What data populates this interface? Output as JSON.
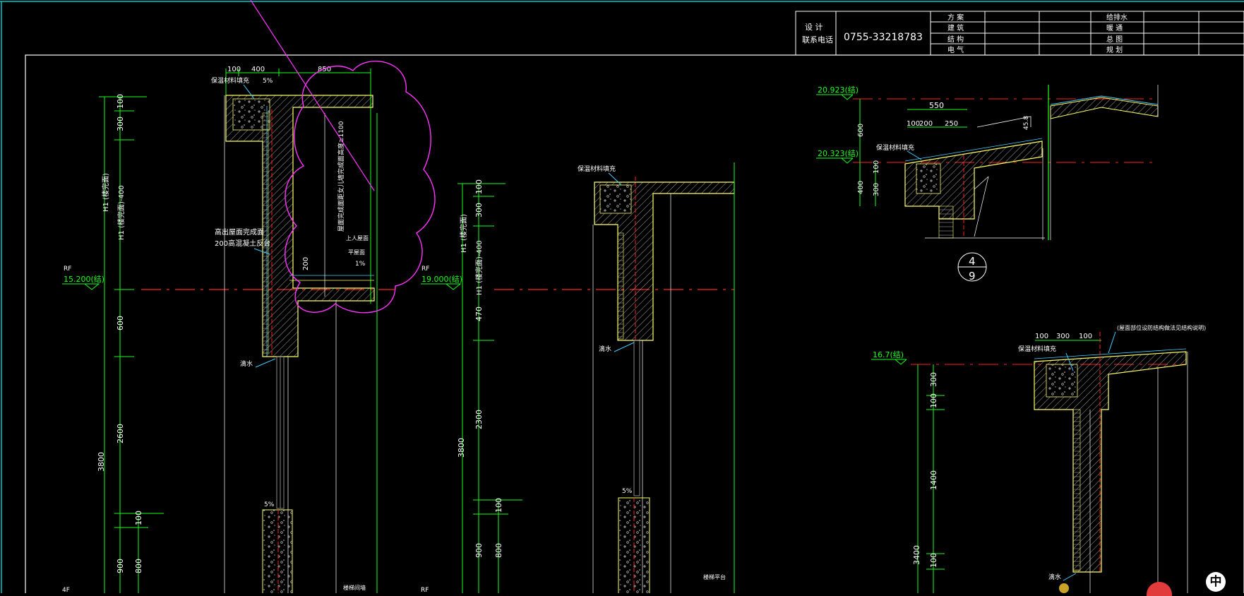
{
  "title_block": {
    "design_label_1": "设  计",
    "design_label_2": "联系电话",
    "phone": "0755-33218783",
    "col_a": [
      "方 案",
      "建 筑",
      "结 构",
      "电 气"
    ],
    "col_b": [
      "给排水",
      "暖 通",
      "总 图",
      "规 划"
    ]
  },
  "left_section": {
    "elev_label": "RF",
    "elev_value": "15.200(结)",
    "top_dims": [
      "100",
      "400",
      "850"
    ],
    "slope_top": "5%",
    "note_fill": "保温材料填充",
    "note_cloud_vertical": "屋面完成面距女儿墙完成面高度≥1100",
    "note_upper": "上人屋面",
    "note_slope_label": "平屋面",
    "slope_roof": "1%",
    "note_detail_1": "高出屋面完成面",
    "note_detail_2": "200高混凝土反台",
    "dim_200": "200",
    "drip": "滴水",
    "slope_lower": "5%",
    "axis_h_label_1": "H1 (楼完面)",
    "axis_h_label_2": "H1 (楼完面)-400",
    "vdims_outer": [
      "3800"
    ],
    "vdims_inner": [
      "100",
      "300",
      "600",
      "2600",
      "100",
      "900",
      "800"
    ],
    "floor_label": "4F",
    "wall_label": "楼梯间墙"
  },
  "middle_section": {
    "elev_label": "RF",
    "elev_value": "19.000(结)",
    "note_fill": "保温材料填充",
    "drip": "滴水",
    "slope": "5%",
    "axis_h_label_1": "H1 (楼完面)",
    "axis_h_label_2": "H1 (楼完面)-400",
    "vdims_outer": [
      "3800"
    ],
    "vdims_inner": [
      "100",
      "300",
      "470",
      "2300",
      "100",
      "900",
      "800"
    ],
    "floor_label": "RF",
    "wall_label": "楼梯平台"
  },
  "detail_4_9": {
    "elev_top": "20.923(结)",
    "elev_bottom": "20.323(结)",
    "dims_top": [
      "550"
    ],
    "dims_mid": [
      "100",
      "200",
      "250"
    ],
    "slope": "45.8",
    "vdims": [
      "600",
      "100",
      "300",
      "400"
    ],
    "note_fill": "保温材料填充",
    "bubble_top": "4",
    "bubble_bottom": "9"
  },
  "right_section": {
    "elev_value": "16.7(结)",
    "top_dims": [
      "100",
      "300",
      "100"
    ],
    "note_top": "(屋面部位设防结构做法见结构说明)",
    "note_fill": "保温材料填充",
    "drip": "滴水",
    "vdims_outer": [
      "3400"
    ],
    "vdims_inner": [
      "300",
      "100",
      "1400",
      "100"
    ]
  },
  "ime": {
    "label": "中"
  }
}
